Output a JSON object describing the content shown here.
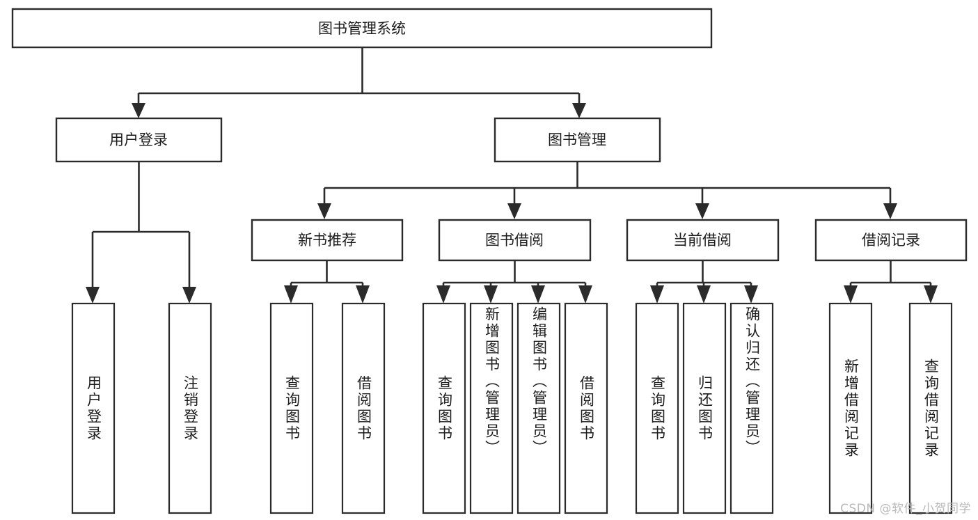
{
  "diagram": {
    "type": "tree",
    "title": "图书管理系统",
    "orientation": "top-down",
    "colors": {
      "box_stroke": "#2b2b2b",
      "box_fill": "#ffffff",
      "connector": "#2b2b2b",
      "text": "#1c1c1c",
      "background": "#ffffff",
      "watermark": "#b9b9b9"
    },
    "root": {
      "label": "图书管理系统"
    },
    "level2": [
      {
        "label": "用户登录"
      },
      {
        "label": "图书管理"
      }
    ],
    "level3": [
      {
        "label": "新书推荐"
      },
      {
        "label": "图书借阅"
      },
      {
        "label": "当前借阅"
      },
      {
        "label": "借阅记录"
      }
    ],
    "leaves": {
      "user_login": [
        {
          "label": "用户登录"
        },
        {
          "label": "注销登录"
        }
      ],
      "new_book_recommend": [
        {
          "label": "查询图书"
        },
        {
          "label": "借阅图书"
        }
      ],
      "book_borrow": [
        {
          "label": "查询图书"
        },
        {
          "label": "新增图书（管理员）"
        },
        {
          "label": "编辑图书（管理员）"
        },
        {
          "label": "借阅图书"
        }
      ],
      "current_borrow": [
        {
          "label": "查询图书"
        },
        {
          "label": "归还图书"
        },
        {
          "label": "确认归还（管理员）"
        }
      ],
      "borrow_record": [
        {
          "label": "新增借阅记录"
        },
        {
          "label": "查询借阅记录"
        }
      ]
    }
  },
  "watermark": {
    "text": "CSDN @软件_小贺同学"
  }
}
